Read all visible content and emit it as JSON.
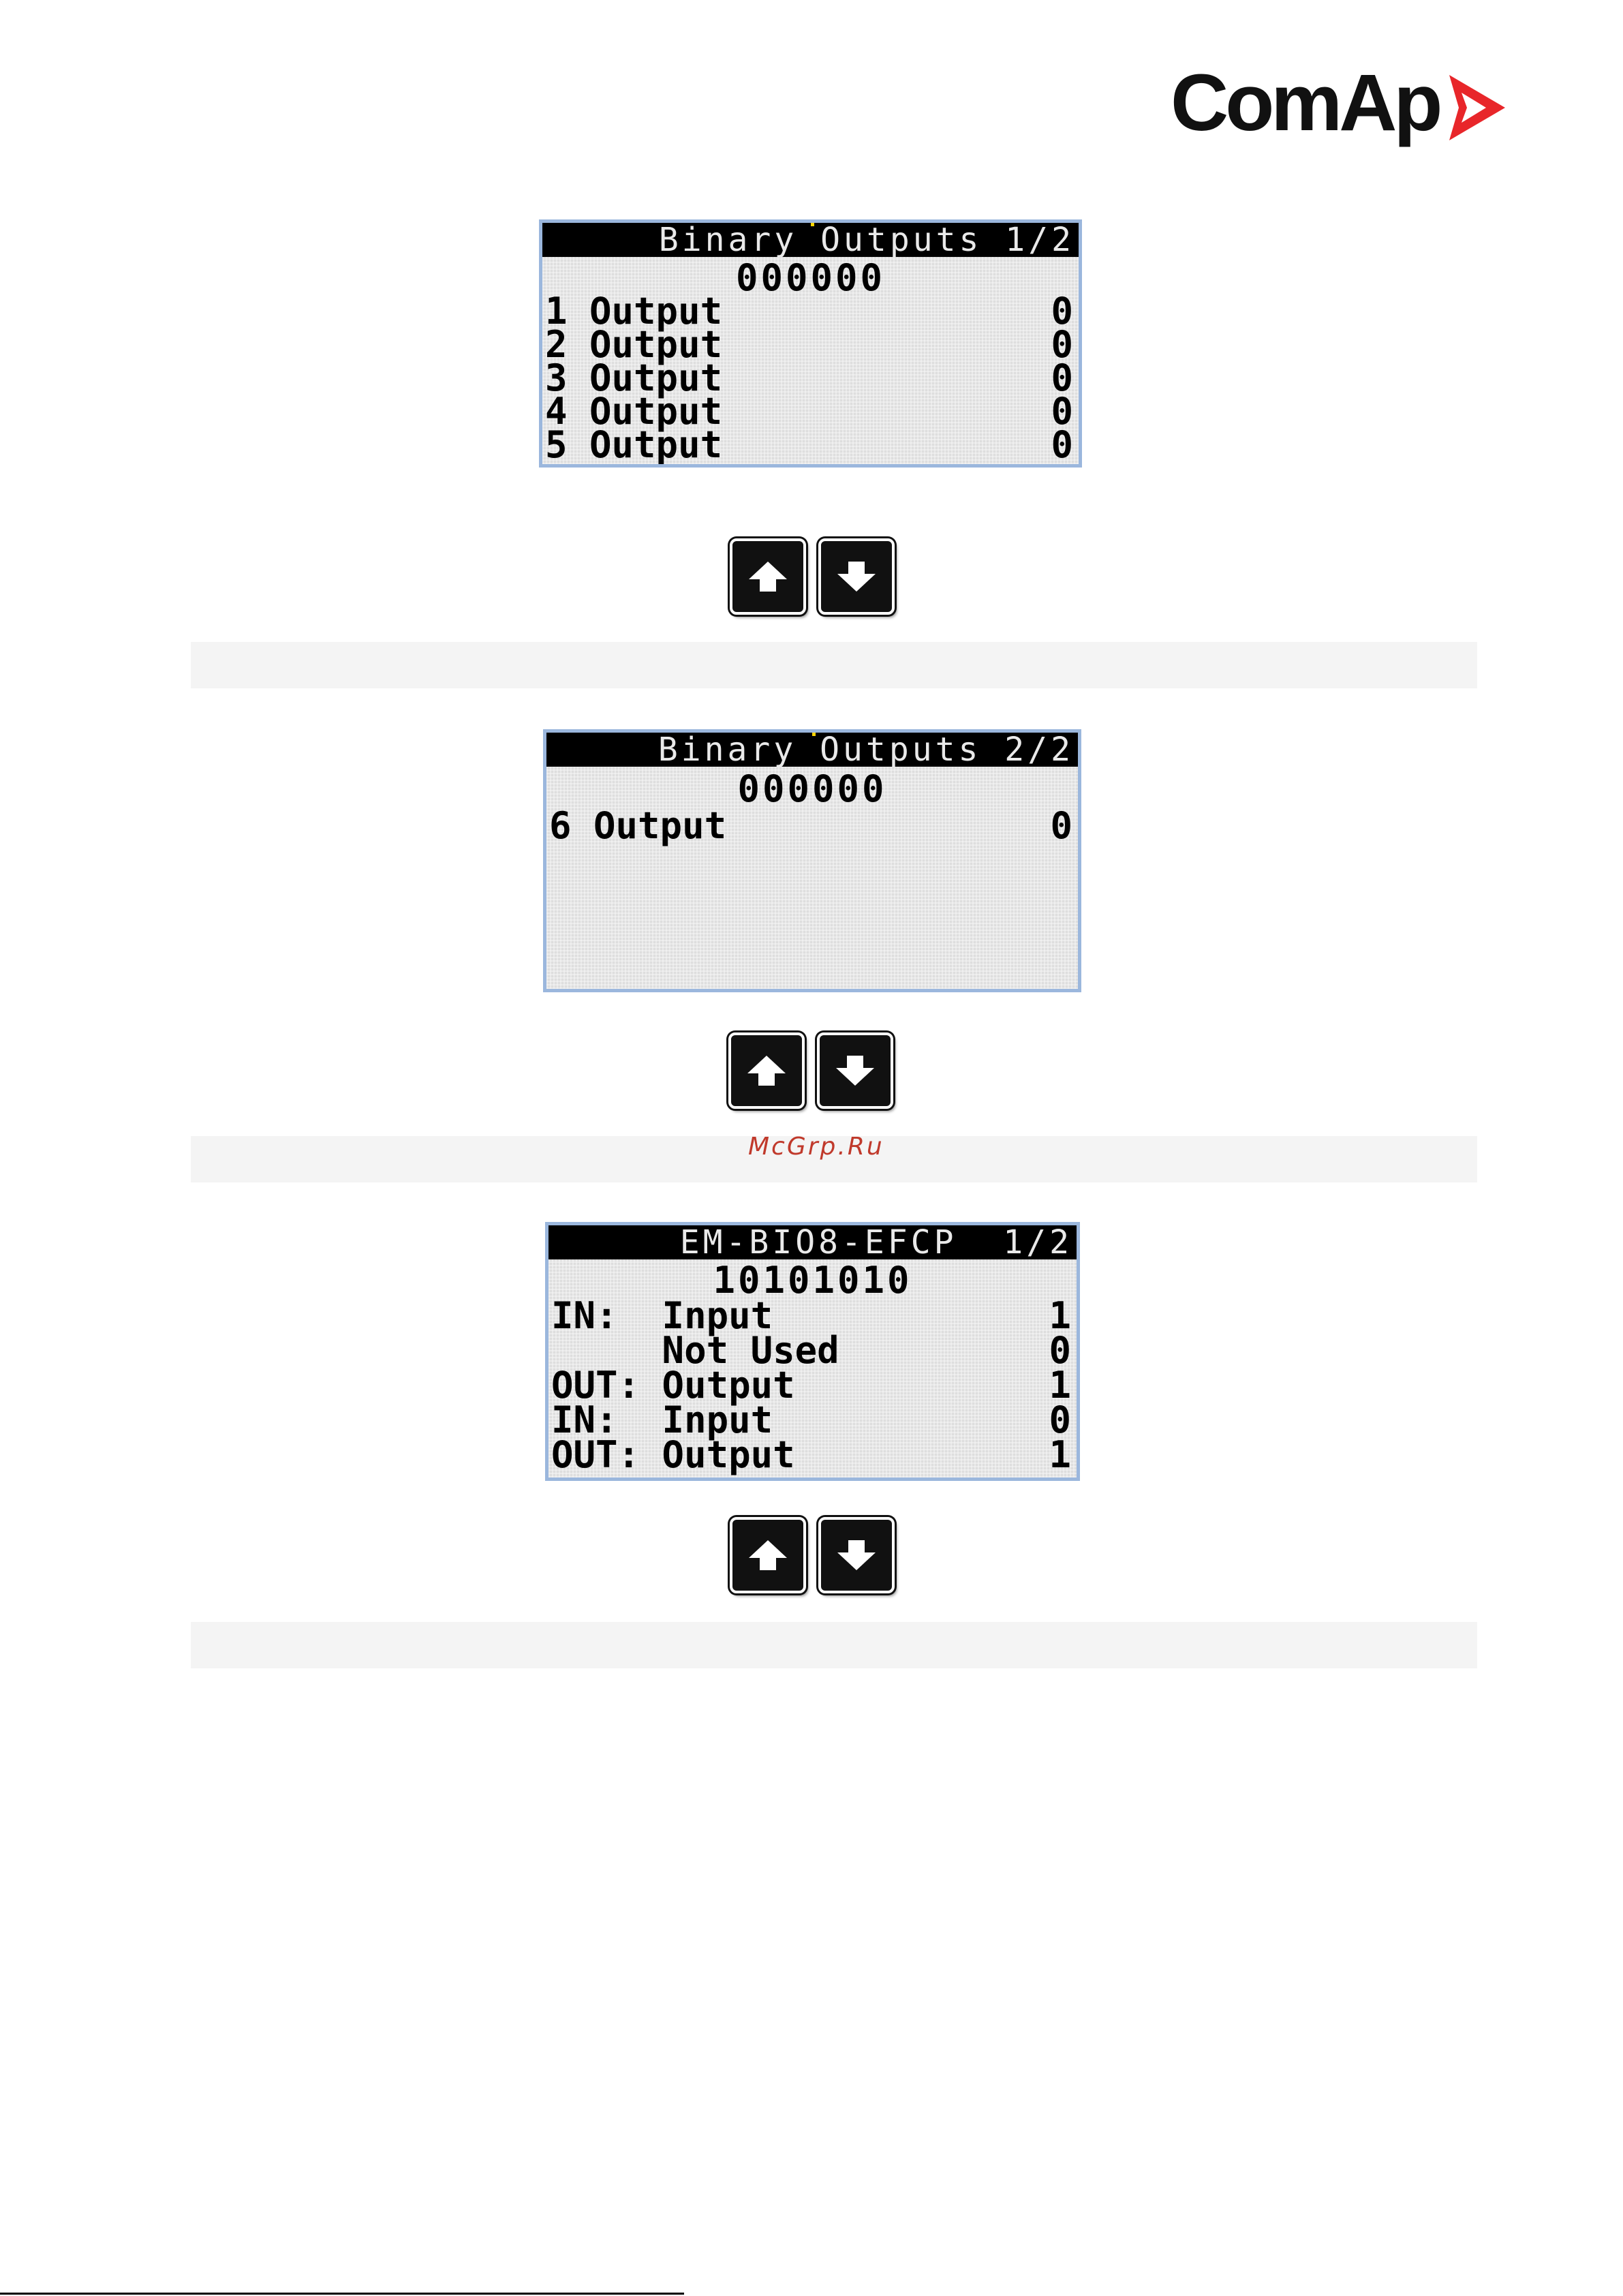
{
  "logo": {
    "text": "ComAp",
    "mark_color": "#e8262a"
  },
  "screens": [
    {
      "title": "Binary Outputs 1/2",
      "code": "000000",
      "rows": [
        {
          "label": "1 Output",
          "value": "0"
        },
        {
          "label": "2 Output",
          "value": "0"
        },
        {
          "label": "3 Output",
          "value": "0"
        },
        {
          "label": "4 Output",
          "value": "0"
        },
        {
          "label": "5 Output",
          "value": "0"
        }
      ]
    },
    {
      "title": "Binary Outputs 2/2",
      "code": "000000",
      "rows": [
        {
          "label": "6 Output",
          "value": "0"
        }
      ]
    },
    {
      "title": "EM-BIO8-EFCP  1/2",
      "code": "10101010",
      "rows": [
        {
          "label": "IN:  Input",
          "value": "1"
        },
        {
          "label": "     Not Used",
          "value": "0"
        },
        {
          "label": "OUT: Output",
          "value": "1"
        },
        {
          "label": "IN:  Input",
          "value": "0"
        },
        {
          "label": "OUT: Output",
          "value": "1"
        }
      ]
    }
  ],
  "buttons": {
    "up_icon": "arrow-up-icon",
    "down_icon": "arrow-down-icon"
  },
  "watermark": "McGrp.Ru"
}
